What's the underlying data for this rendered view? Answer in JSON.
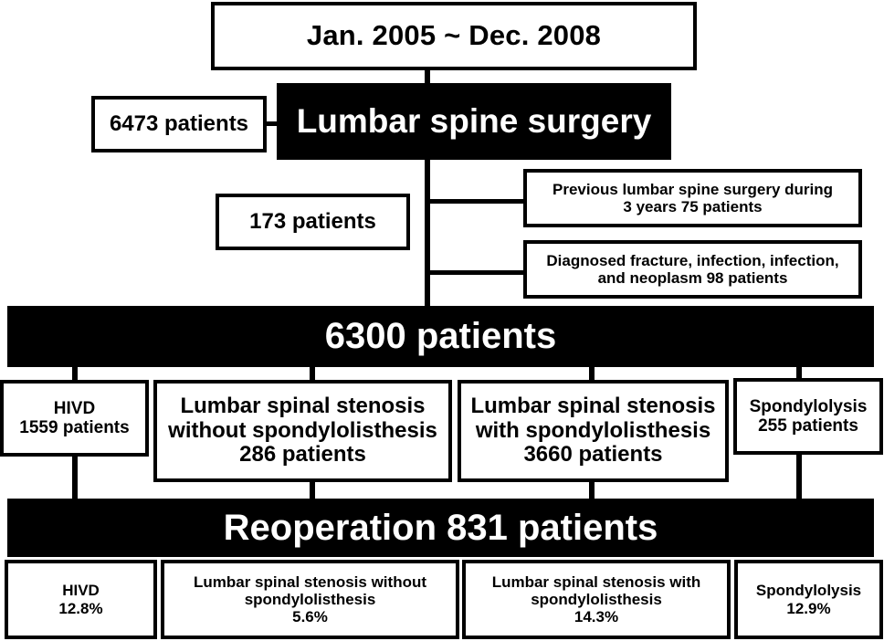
{
  "diagram": {
    "title_box": {
      "label": "Jan. 2005 ~ Dec. 2008"
    },
    "cohort_total_box": {
      "label": "6473 patients"
    },
    "primary_band": {
      "label": "Lumbar spine surgery"
    },
    "excluded_total_box": {
      "label": "173 patients"
    },
    "exclusions": [
      {
        "label": "Previous lumbar spine surgery during\n3 years 75 patients"
      },
      {
        "label": "Diagnosed fracture, infection, infection,\nand neoplasm 98 patients"
      }
    ],
    "included_band": {
      "label": "6300 patients"
    },
    "diagnosis_groups": [
      {
        "label": "HIVD\n1559 patients"
      },
      {
        "label": "Lumbar spinal stenosis\nwithout spondylolisthesis\n286 patients"
      },
      {
        "label": "Lumbar spinal stenosis\nwith spondylolisthesis\n3660 patients"
      },
      {
        "label": "Spondylolysis\n255 patients"
      }
    ],
    "reoperation_band": {
      "label": "Reoperation 831 patients"
    },
    "reoperation_rates": [
      {
        "label": "HIVD\n12.8%"
      },
      {
        "label": "Lumbar spinal stenosis without\nspondylolisthesis\n5.6%"
      },
      {
        "label": "Lumbar spinal stenosis with\nspondylolisthesis\n14.3%"
      },
      {
        "label": "Spondylolysis\n12.9%"
      }
    ],
    "colors": {
      "ink": "#000000",
      "paper": "#ffffff"
    }
  }
}
